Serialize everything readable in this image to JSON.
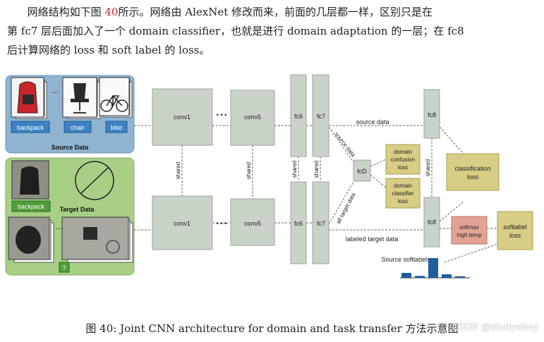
{
  "paragraph": {
    "line1_pre": "网络结构如下图 ",
    "line1_ref": "40",
    "line1_post": "所示。网络由 AlexNet 修改而来，前面的几层都一样，区别只是在",
    "line2": "第 fc7 层后面加入了一个 domain classifier，也就是进行 domain adaptation 的一层；在 fc8",
    "line3": "后计算网络的 loss 和 soft label 的 loss。"
  },
  "diagram": {
    "source": {
      "title": "Source Data",
      "labels": [
        "backpack",
        "chair",
        "bike"
      ],
      "ellipsis": "..."
    },
    "target": {
      "title": "Target Data",
      "label": "backpack",
      "unknown": "?",
      "ellipsis": "..."
    },
    "layers": {
      "conv1": "conv1",
      "conv5": "conv5",
      "fc6": "fc6",
      "fc7": "fc7",
      "fc8": "fc8",
      "fcD": "fcD",
      "dots": "• • •"
    },
    "shared": "shared",
    "losses": {
      "domain_confusion": [
        "domain",
        "confusion",
        "loss"
      ],
      "domain_classifier": [
        "domain",
        "classifier",
        "loss"
      ],
      "classification": [
        "classification",
        "loss"
      ],
      "softmax": [
        "softmax",
        "high temp"
      ],
      "softlabel": [
        "softlabel",
        "loss"
      ]
    },
    "flow_labels": {
      "source_data": "source data",
      "source_data_diag": "source data",
      "all_target_data": "all target data",
      "labeled_target_data": "labeled target data",
      "source_softlabels": "Source softlabels"
    },
    "softlabel_bars": [
      0.25,
      0.1,
      1.0,
      0.18,
      0.08
    ]
  },
  "caption": "图 40: Joint CNN architecture for domain and task transfer 方法示意图",
  "watermark": "CSDN @studyeboy",
  "colors": {
    "source_bg": "#8fb4d1",
    "target_bg": "#a7cf85",
    "layer_fill": "#c9d3c7",
    "loss_fill": "#d8cd85",
    "softmax_fill": "#e3a394",
    "label_blue": "#3c82c4",
    "label_green": "#4f9e3a",
    "bar_blue": "#1f5e9e"
  }
}
